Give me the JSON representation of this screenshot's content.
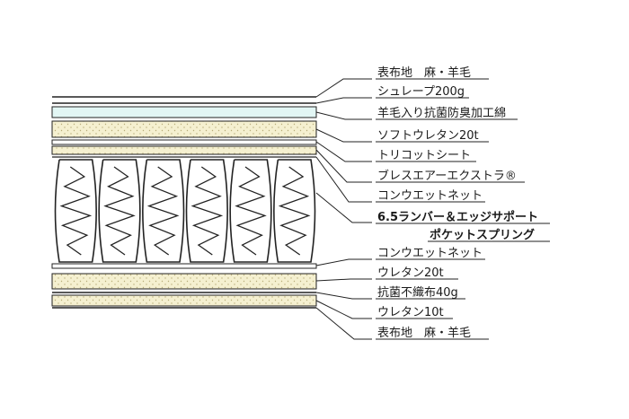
{
  "labels": {
    "l0": "表布地　麻・羊毛",
    "l1": "シュレープ200g",
    "l2": "羊毛入り抗菌防臭加工綿",
    "l3": "ソフトウレタン20t",
    "l4": "トリコットシート",
    "l5": "ブレスエアーエクストラ®",
    "l6": "コンウエットネット",
    "l7a": "6.5ランバー＆エッジサポート",
    "l7b": "ポケットスプリング",
    "l8": "コンウエットネット",
    "l9": "ウレタン20t",
    "l10": "抗菌不織布40g",
    "l11": "ウレタン10t",
    "l12": "表布地　麻・羊毛"
  },
  "colors": {
    "cotton": "#e2f6f4",
    "foam": "#f5f0d0",
    "foam_dot": "#b8ad7a",
    "line": "#222222"
  },
  "icons": {
    "spring": "pocket-spring-coil"
  },
  "springs": {
    "count": 6
  }
}
